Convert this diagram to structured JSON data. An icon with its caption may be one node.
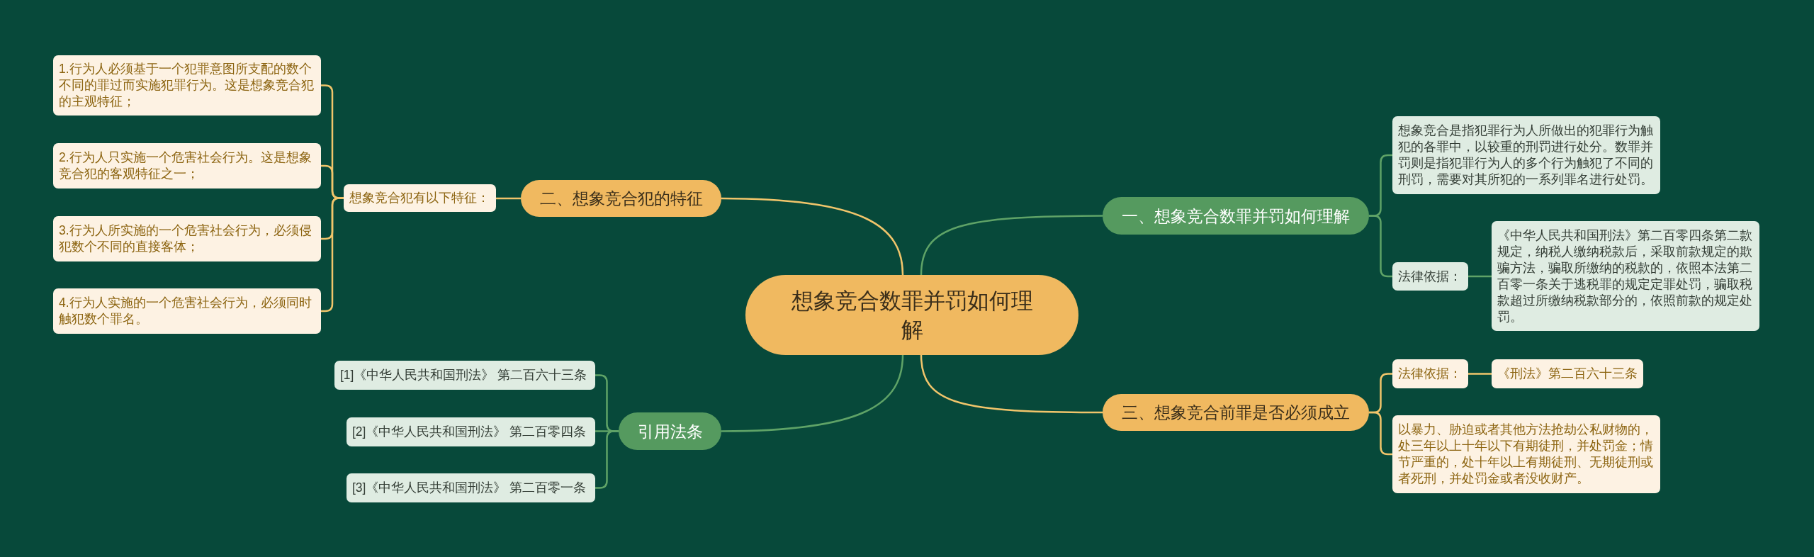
{
  "diagram": {
    "nodes": [
      {
        "text": [
          "想象竞合数罪并罚如何理解"
        ]
      },
      {
        "text": [
          "一、想象竞合数罪并罚如何理解"
        ]
      },
      {
        "text": [
          "想象竞合是指犯罪行为人所做出的犯罪行为触犯的各罪中，以较重的刑罚进行处分。数罪并罚则是指犯罪行为人的多个行为触犯了不同的刑罚，需要对其所犯的一系列罪名进行处罚。"
        ]
      },
      {
        "text": [
          "法律依据："
        ]
      },
      {
        "text": [
          "《中华人民共和国刑法》第二百零四条第二款规定，纳税人缴纳税款后，采取前款规定的欺骗方法，骗取所缴纳的税款的，依照本法第二百零一条关于逃税罪的规定定罪处罚，骗取税款超过所缴纳税款部分的，依照前款的规定处罚。"
        ]
      },
      {
        "text": [
          "二、想象竞合犯的特征"
        ]
      },
      {
        "text": [
          "想象竞合犯有以下特征："
        ]
      },
      {
        "text": [
          "1.行为人必须基于一个犯罪意图所支配的数个不同的罪过而实施犯罪行为。这是想象竞合犯的主观特征；"
        ]
      },
      {
        "text": [
          "2.行为人只实施一个危害社会行为。这是想象竞合犯的客观特征之一；"
        ]
      },
      {
        "text": [
          "3.行为人所实施的一个危害社会行为，必须侵犯数个不同的直接客体；"
        ]
      },
      {
        "text": [
          "4.行为人实施的一个危害社会行为，必须同时触犯数个罪名。"
        ]
      },
      {
        "text": [
          "三、想象竞合前罪是否必须成立"
        ]
      },
      {
        "text": [
          "法律依据："
        ]
      },
      {
        "text": [
          "《刑法》第二百六十三条"
        ]
      },
      {
        "text": [
          "以暴力、胁迫或者其他方法抢劫公私财物的，处三年以上十年以下有期徒刑，并处罚金；情节严重的，处十年以上有期徒刑、无期徒刑或者死刑，并处罚金或者没收财产。"
        ]
      },
      {
        "text": [
          "引用法条"
        ]
      },
      {
        "text": [
          "[1]《中华人民共和国刑法》 第二百六十三条"
        ]
      },
      {
        "text": [
          "[2]《中华人民共和国刑法》 第二百零四条"
        ]
      },
      {
        "text": [
          "[3]《中华人民共和国刑法》 第二百零一条"
        ]
      }
    ],
    "edges": [
      {
        "from": 0,
        "to": 1,
        "arrow": "none",
        "color": "#5fa367"
      },
      {
        "from": 1,
        "to": 2,
        "arrow": "none",
        "color": "#5fa367"
      },
      {
        "from": 1,
        "to": 3,
        "arrow": "none",
        "color": "#5fa367"
      },
      {
        "from": 3,
        "to": 4,
        "arrow": "none",
        "color": "#5fa367"
      },
      {
        "from": 0,
        "to": 5,
        "arrow": "none"
      },
      {
        "from": 5,
        "to": 6,
        "arrow": "none"
      },
      {
        "from": 6,
        "to": 7,
        "arrow": "none"
      },
      {
        "from": 6,
        "to": 8,
        "arrow": "none"
      },
      {
        "from": 6,
        "to": 9,
        "arrow": "none"
      },
      {
        "from": 6,
        "to": 10,
        "arrow": "none"
      },
      {
        "from": 0,
        "to": 11,
        "arrow": "none"
      },
      {
        "from": 11,
        "to": 12,
        "arrow": "none"
      },
      {
        "from": 12,
        "to": 13,
        "arrow": "none"
      },
      {
        "from": 11,
        "to": 14,
        "arrow": "none"
      },
      {
        "from": 0,
        "to": 15,
        "arrow": "none",
        "color": "#5fa367"
      },
      {
        "from": 15,
        "to": 16,
        "arrow": "none",
        "color": "#5fa367"
      },
      {
        "from": 15,
        "to": 17,
        "arrow": "none",
        "color": "#5fa367"
      },
      {
        "from": 15,
        "to": 18,
        "arrow": "none",
        "color": "#5fa367"
      }
    ]
  }
}
